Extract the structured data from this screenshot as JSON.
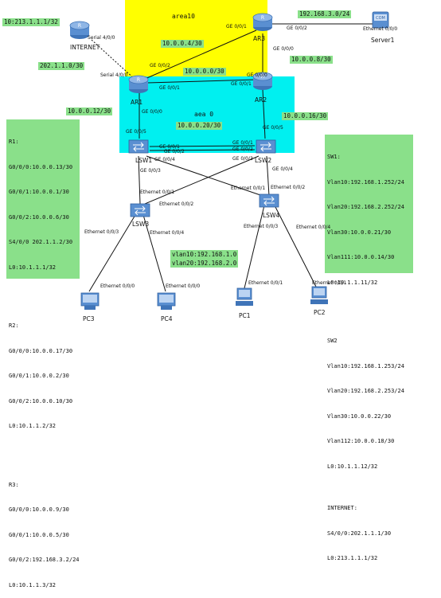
{
  "colors": {
    "area10": "#ffff00",
    "area0": "#00f0f0",
    "label_bg": "#8ae08a",
    "device": "#5a8fd1"
  },
  "areas": {
    "area10": "area10",
    "area0": "aea 0"
  },
  "subnets": {
    "internet_lo": "10:213.1.1.1/32",
    "server_lan": "192.168.3.0/24",
    "ar1_ar3": "10.0.0.4/30",
    "serial": "202.1.1.0/30",
    "ar2_ar3": "10.0.0.8/30",
    "ar1_ar2": "10.0.0.0/30",
    "ar1_lsw1": "10.0.0.12/30",
    "ar2_lsw2": "10.0.0.16/30",
    "lsw1_lsw2": "10.0.0.20/30"
  },
  "vlan_note": [
    "vlan10:192.168.1.0",
    "vlan20:192.168.2.0"
  ],
  "nodes": {
    "internet": "INTERNET",
    "ar3": "AR3",
    "server1": "Server1",
    "ar1": "AR1",
    "ar2": "AR2",
    "lsw1": "LSW1",
    "lsw2": "LSW2",
    "lsw3": "LSW3",
    "lsw4": "LSW4",
    "pc1": "PC1",
    "pc2": "PC2",
    "pc3": "PC3",
    "pc4": "PC4",
    "server_badge": "COM"
  },
  "ports": {
    "internet_s400": "Serial 4/0/0",
    "ar1_s400": "Serial 4/0/0",
    "ar3_ge001": "GE 0/0/1",
    "ar3_ge002": "GE 0/0/2",
    "ar3_ge000": "GE 0/0/0",
    "srv_eth000": "Ethernet 0/0/0",
    "ar1_ge002": "GE 0/0/2",
    "ar1_ge001": "GE 0/0/1",
    "ar1_ge000": "GE 0/0/0",
    "ar2_ge001": "GE 0/0/1",
    "ar2_ge000": "GE 0/0/0",
    "ar2_ge005": "GE 0/0/5",
    "lsw1_ge005": "GE 0/0/5",
    "lsw1_ge001": "GE 0/0/1",
    "lsw1_ge002": "GE 0/0/2",
    "lsw1_ge004": "GE 0/0/4",
    "lsw1_ge003": "GE 0/0/3",
    "lsw2_ge001": "GE 0/0/1",
    "lsw2_ge002": "GE 0/0/2",
    "lsw2_ge003": "GE 0/0/3",
    "lsw2_ge004": "GE 0/0/4",
    "lsw3_eth001": "Ethernet 0/0/1",
    "lsw3_eth002": "Ethernet 0/0/2",
    "lsw3_eth003": "Ethernet 0/0/3",
    "lsw3_eth004": "Ethernet 0/0/4",
    "lsw4_eth001": "Ethernet 0/0/1",
    "lsw4_eth002": "Ethernet 0/0/2",
    "lsw4_eth003": "Ethernet 0/0/3",
    "lsw4_eth004": "Ethernet 0/0/4",
    "pc3_eth000": "Ethernet 0/0/0",
    "pc4_eth000": "Ethernet 0/0/0",
    "pc1_eth001": "Ethernet 0/0/1",
    "pc2_eth001": "Ethernet 0/0/1"
  },
  "router_notes": [
    "R1:",
    "G0/0/0:10.0.0.13/30",
    "G0/0/1:10.0.0.1/30",
    "G0/0/2:10.0.0.6/30",
    "S4/0/0 202.1.1.2/30",
    "L0:10.1.1.1/32",
    "",
    "",
    "R2:",
    "G0/0/0:10.0.0.17/30",
    "G0/0/1:10.0.0.2/30",
    "G0/0/2:10.0.0.10/30",
    "L0:10.1.1.2/32",
    "",
    "",
    "R3:",
    "G0/0/0:10.0.0.9/30",
    "G0/0/1:10.0.0.5/30",
    "G0/0/2:192.168.3.2/24",
    "L0:10.1.1.3/32"
  ],
  "switch_notes": [
    "SW1:",
    "Vlan10:192.168.1.252/24",
    "Vlan20:192.168.2.252/24",
    "Vlan30:10.0.0.21/30",
    "Vlan111:10.0.0.14/30",
    "L0:10.1.1.11/32",
    "",
    "",
    "SW2",
    "Vlan10:192.168.1.253/24",
    "Vlan20:192.168.2.253/24",
    "Vlan30:10.0.0.22/30",
    "Vlan112:10.0.0.18/30",
    "L0:10.1.1.12/32",
    "",
    "INTERNET:",
    "S4/0/0:202.1.1.1/30",
    "L0:213.1.1.1/32"
  ]
}
